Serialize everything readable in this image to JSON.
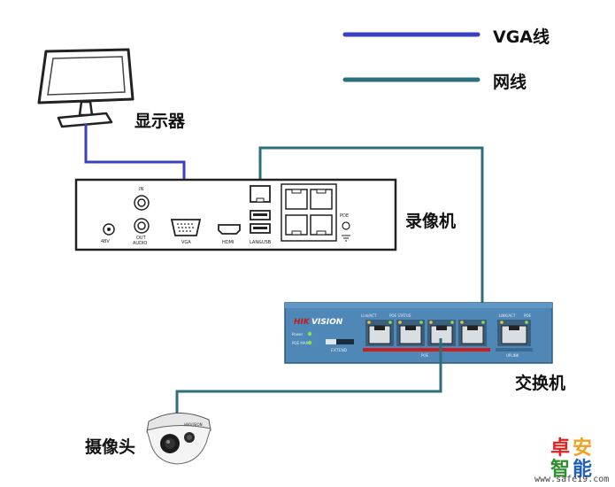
{
  "legend": {
    "vga": {
      "label": "VGA线",
      "color": "#3b3fc4"
    },
    "net": {
      "label": "网线",
      "color": "#2e6f7e"
    }
  },
  "devices": {
    "monitor": {
      "label": "显示器"
    },
    "nvr": {
      "label": "录像机",
      "ports": {
        "power": "48V",
        "in": "IN",
        "out": "OUT",
        "audio": "AUDIO",
        "vga": "VGA",
        "hdmi": "HDMI",
        "lan_usb": "LAN&USB",
        "poe": "POE"
      }
    },
    "switch": {
      "label": "交换机",
      "brand": "HIKVISION",
      "leds": [
        "Power",
        "POE MAX"
      ],
      "extend": "EXTEND",
      "top_labels": [
        "Link/ACT",
        "POE STATUS",
        "LINK/ACT",
        "POE"
      ],
      "poe_label": "POE",
      "uplink": "UPLINK"
    },
    "camera": {
      "label": "摄像头",
      "brand": "HIKVISION"
    }
  },
  "watermark": {
    "chars": [
      "卓",
      "安",
      "智",
      "能"
    ],
    "colors": [
      "#e02020",
      "#f0a020",
      "#2f8f2f",
      "#1f5fbf"
    ],
    "url": "www.safe19.com"
  }
}
